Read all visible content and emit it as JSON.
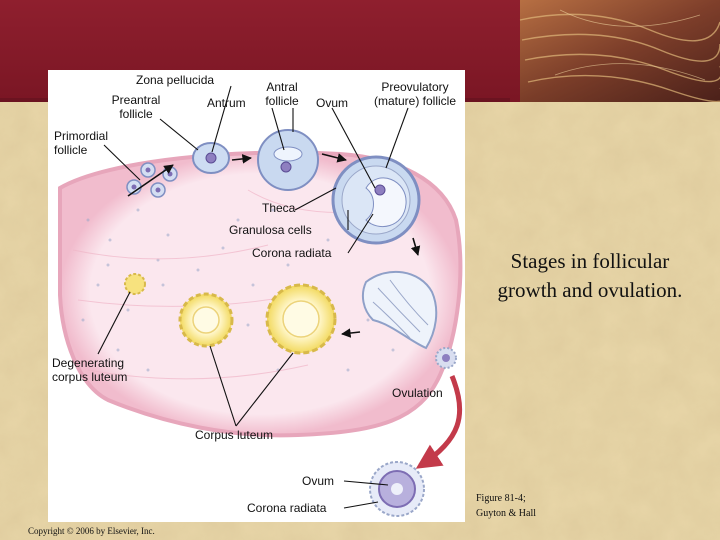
{
  "slide": {
    "caption_lines": [
      "Stages in follicular",
      "growth and ovulation."
    ],
    "figure_reference_lines": [
      "Figure 81-4;",
      "Guyton & Hall"
    ],
    "copyright": "Copyright © 2006 by Elsevier, Inc."
  },
  "diagram": {
    "labels": {
      "zona_pellucida": "Zona pellucida",
      "preantral_follicle": [
        "Preantral",
        "follicle"
      ],
      "primordial_follicle": [
        "Primordial",
        "follicle"
      ],
      "antrum": "Antrum",
      "antral_follicle": [
        "Antral",
        "follicle"
      ],
      "ovum_top": "Ovum",
      "preovulatory_follicle": [
        "Preovulatory",
        "(mature) follicle"
      ],
      "theca": "Theca",
      "granulosa_cells": "Granulosa cells",
      "corona_radiata_top": "Corona radiata",
      "degenerating_corpus_luteum": [
        "Degenerating",
        "corpus luteum"
      ],
      "ovulation": "Ovulation",
      "corpus_luteum": "Corpus luteum",
      "ovum_bottom": "Ovum",
      "corona_radiata_bottom": "Corona radiata"
    }
  },
  "colors": {
    "banner": "#8a1c2b",
    "background": "#e8d6a8",
    "ovary_tissue": "#f5d6e0",
    "ovary_border": "#e7a6bb",
    "follicle": "#c9d9f0",
    "corpus_luteum": "#f7e27e",
    "ovum": "#8e7fc0",
    "ovulation_arrow": "#c33a4a"
  }
}
